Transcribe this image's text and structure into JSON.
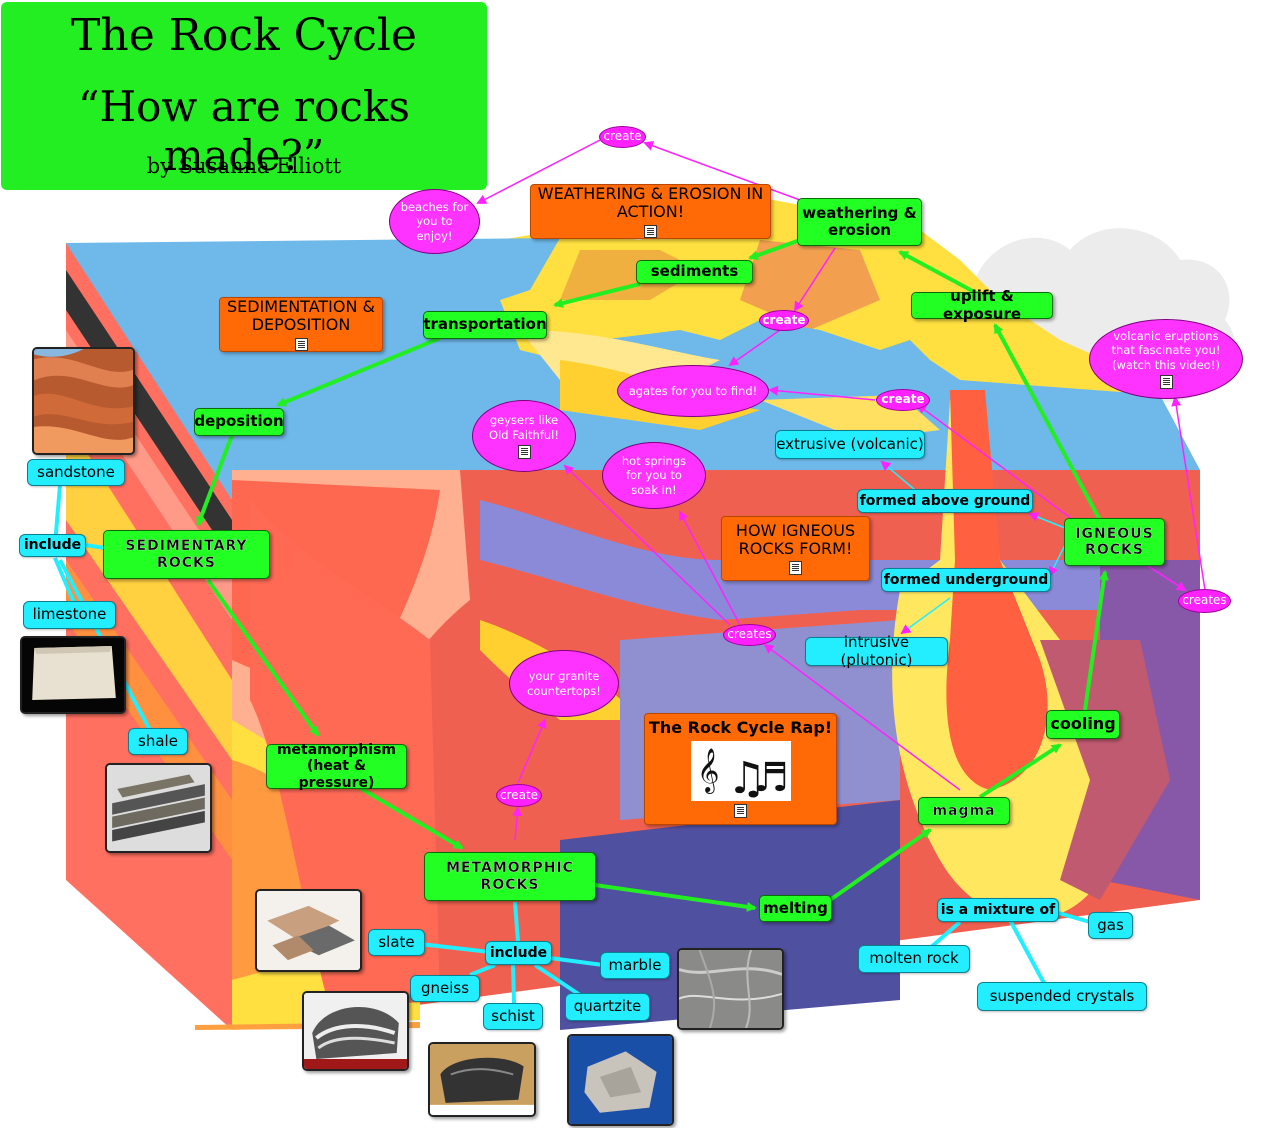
{
  "title": {
    "line1": "The Rock Cycle",
    "line2": "“How are rocks made?”",
    "byline": "by Susanna Elliott"
  },
  "colors": {
    "main_node": "#22ff22",
    "sub_node": "#22eeff",
    "link_bubble": "#ff22ff",
    "resource_box": "#ff6a06",
    "main_arrow": "#22ff22",
    "link_arrow": "#ff22ff"
  },
  "nodes": {
    "weathering": "weathering & erosion",
    "sediments": "sediments",
    "transportation": "transportation",
    "deposition": "deposition",
    "sedimentary": "SEDIMENTARY ROCKS",
    "metamorphism": "metamorphism (heat & pressure)",
    "metamorphic": "METAMORPHIC ROCKS",
    "melting": "melting",
    "magma": "magma",
    "cooling": "cooling",
    "igneous": "IGNEOUS ROCKS",
    "uplift": "uplift & exposure"
  },
  "labels": {
    "sandstone": "sandstone",
    "include_sed": "include",
    "limestone": "limestone",
    "shale": "shale",
    "slate": "slate",
    "include_meta": "include",
    "marble": "marble",
    "gneiss": "gneiss",
    "schist": "schist",
    "quartzite": "quartzite",
    "extrusive": "extrusive (volcanic)",
    "formed_above": "formed above ground",
    "formed_under": "formed underground",
    "intrusive": "intrusive (plutonic)",
    "mixture": "is a mixture of",
    "gas": "gas",
    "molten": "molten rock",
    "crystals": "suspended crystals"
  },
  "links": {
    "create_top": "create",
    "create_mid": "create",
    "create_right": "create",
    "create_meta": "create",
    "creates_center": "creates",
    "creates_right": "creates",
    "beaches": "beaches for you to enjoy!",
    "agates": "agates for you to find!",
    "geysers": "geysers like Old Faithful!",
    "hot_springs": "hot springs for you to soak in!",
    "volcanic": "volcanic eruptions that fascinate you! (watch this video!)",
    "granite": "your granite countertops!"
  },
  "resources": {
    "weathering_action": "WEATHERING & EROSION IN ACTION!",
    "sedimentation": "SEDIMENTATION & DEPOSITION",
    "igneous_form": "HOW IGNEOUS ROCKS FORM!",
    "rap": "The Rock Cycle Rap!"
  },
  "icons": [
    "note-icon",
    "music-notes-icon",
    "rock-photo-icon"
  ]
}
